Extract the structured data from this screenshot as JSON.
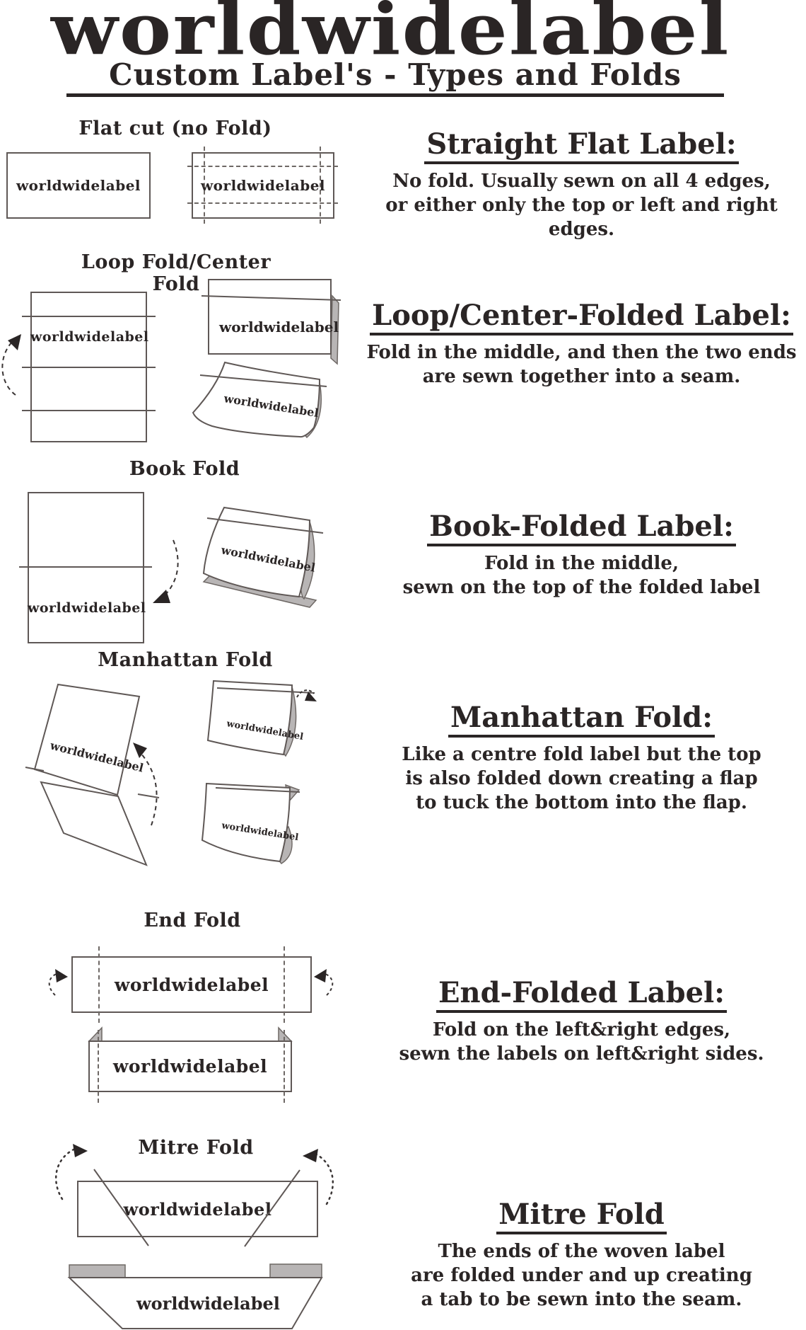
{
  "brand": "worldwidelabel",
  "header": {
    "logo": "worldwidelabel",
    "subtitle": "Custom Label's - Types and Folds"
  },
  "colors": {
    "text": "#2a2525",
    "line": "#5f5856",
    "gray_fill": "#b8b5b5"
  },
  "sections": {
    "flat": {
      "title": "Flat cut (no Fold)",
      "heading": "Straight Flat Label:",
      "desc1": "No fold. Usually sewn on all 4 edges,",
      "desc2": "or either only the top or left and right edges."
    },
    "loop": {
      "title": "Loop Fold/Center Fold",
      "heading": "Loop/Center-Folded Label:",
      "desc1": "Fold in the middle, and then the two ends",
      "desc2": "are sewn together into a seam."
    },
    "book": {
      "title": "Book Fold",
      "heading": "Book-Folded Label:",
      "desc1": "Fold in the middle,",
      "desc2": "sewn on the top of the folded label"
    },
    "manhattan": {
      "title": "Manhattan Fold",
      "heading": "Manhattan Fold:",
      "desc1": "Like a centre fold label but the top",
      "desc2": "is also folded down creating a flap",
      "desc3": "to tuck the bottom into the flap."
    },
    "end": {
      "title": "End Fold",
      "heading": "End-Folded Label:",
      "desc1": "Fold on the left&right edges,",
      "desc2": "sewn the labels on left&right sides."
    },
    "mitre": {
      "title": "Mitre Fold",
      "heading": "Mitre Fold",
      "desc1": "The ends of the woven label",
      "desc2": "are folded under and up creating",
      "desc3": "a tab to be sewn into the seam."
    }
  }
}
